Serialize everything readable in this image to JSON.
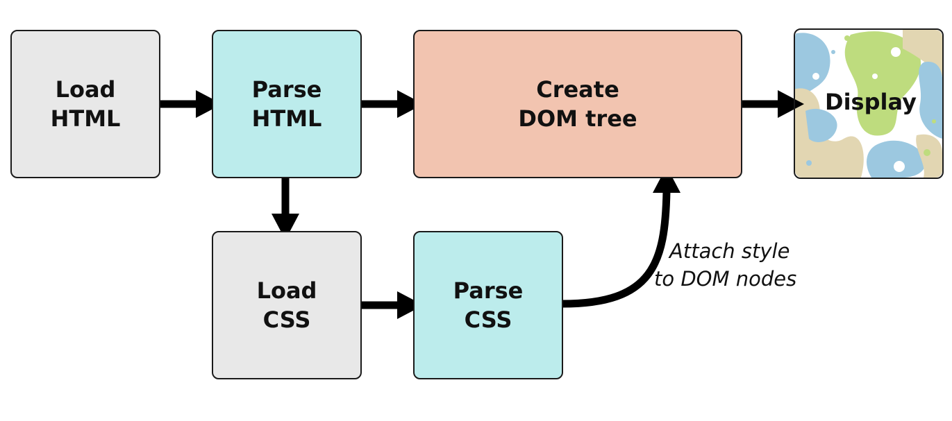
{
  "colors": {
    "load_fill": "#e8e8e8",
    "parse_fill": "#bcecec",
    "dom_fill": "#f2c4b0",
    "display_blue": "#9cc8e0",
    "display_green": "#bedc7e",
    "display_tan": "#e2d6b2",
    "stroke": "#111111"
  },
  "nodes": {
    "load_html": {
      "line1": "Load",
      "line2": "HTML"
    },
    "parse_html": {
      "line1": "Parse",
      "line2": "HTML"
    },
    "create_dom": {
      "line1": "Create",
      "line2": "DOM tree"
    },
    "display": {
      "label": "Display"
    },
    "load_css": {
      "line1": "Load",
      "line2": "CSS"
    },
    "parse_css": {
      "line1": "Parse",
      "line2": "CSS"
    }
  },
  "edges": {
    "attach_label_line1": "Attach style",
    "attach_label_line2": "to DOM nodes"
  }
}
